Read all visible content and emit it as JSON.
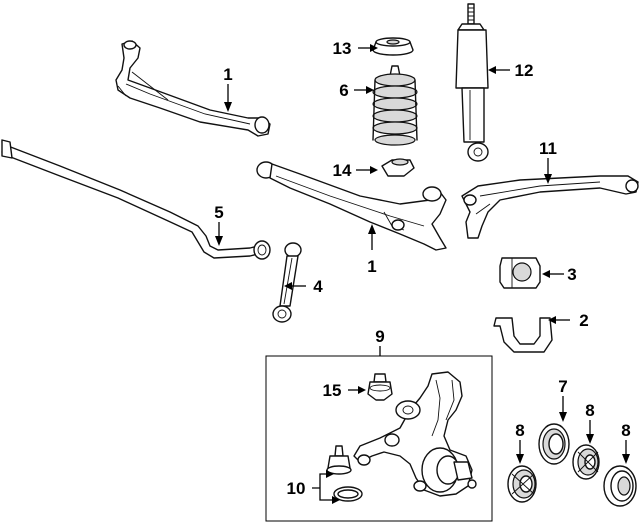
{
  "callouts": [
    {
      "id": "c1a",
      "label": "1",
      "part": "lower-control-arm-upper"
    },
    {
      "id": "c1b",
      "label": "1",
      "part": "lower-control-arm-center"
    },
    {
      "id": "c2",
      "label": "2",
      "part": "stabilizer-bracket"
    },
    {
      "id": "c3",
      "label": "3",
      "part": "stabilizer-bushing"
    },
    {
      "id": "c4",
      "label": "4",
      "part": "stabilizer-link"
    },
    {
      "id": "c5",
      "label": "5",
      "part": "stabilizer-bar"
    },
    {
      "id": "c6",
      "label": "6",
      "part": "coil-spring"
    },
    {
      "id": "c7",
      "label": "7",
      "part": "hub-seal"
    },
    {
      "id": "c8a",
      "label": "8",
      "part": "bearing-left"
    },
    {
      "id": "c8b",
      "label": "8",
      "part": "bearing-middle"
    },
    {
      "id": "c8c",
      "label": "8",
      "part": "bearing-race-right"
    },
    {
      "id": "c9",
      "label": "9",
      "part": "steering-knuckle-group"
    },
    {
      "id": "c10",
      "label": "10",
      "part": "lower-ball-joint"
    },
    {
      "id": "c11",
      "label": "11",
      "part": "upper-control-arm"
    },
    {
      "id": "c12",
      "label": "12",
      "part": "shock-absorber"
    },
    {
      "id": "c13",
      "label": "13",
      "part": "spring-upper-insulator"
    },
    {
      "id": "c14",
      "label": "14",
      "part": "spring-lower-seat"
    },
    {
      "id": "c15",
      "label": "15",
      "part": "upper-ball-joint"
    }
  ]
}
